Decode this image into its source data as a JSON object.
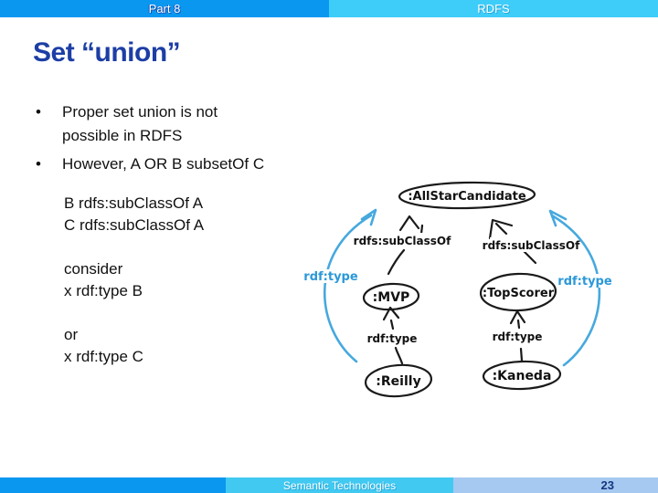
{
  "header": {
    "part_label": "Part 8",
    "topic_label": "RDFS"
  },
  "title": "Set “union”",
  "bullets": {
    "marker": "•",
    "b1_line1": "Proper set union is not",
    "b1_line2": "possible in RDFS",
    "b2": "However, A OR B subsetOf C"
  },
  "notes": {
    "l1": "B rdfs:subClassOf A",
    "l2": "C rdfs:subClassOf A",
    "l3": "consider",
    "l4": "x rdf:type B",
    "l5": "or",
    "l6": "x rdf:type C"
  },
  "diagram": {
    "nodes": {
      "allstar": ":AllStarCandidate",
      "mvp": ":MVP",
      "topscorer": ":TopScorer",
      "reilly": ":Reilly",
      "kaneda": ":Kaneda"
    },
    "labels": {
      "subclass_left": "rdfs:subClassOf",
      "subclass_right": "rdfs:subClassOf",
      "type_left": "rdf:type",
      "type_right": "rdf:type",
      "inferred_left": "rdf:type",
      "inferred_right": "rdf:type"
    },
    "colors": {
      "ink": "#1a1a1a",
      "inferred_blue": "#46a9de"
    }
  },
  "footer": {
    "center_label": "Semantic Technologies",
    "page_number": "23"
  },
  "colors": {
    "header_left_bg": "#0a97f0",
    "header_right_bg": "#3ecdf9",
    "title_blue": "#1c3ea5",
    "footer_left_bg": "#0a97f0",
    "footer_center_bg": "#41c9f1",
    "footer_right_bg": "#a5c9f0",
    "page_number_color": "#16367f"
  }
}
